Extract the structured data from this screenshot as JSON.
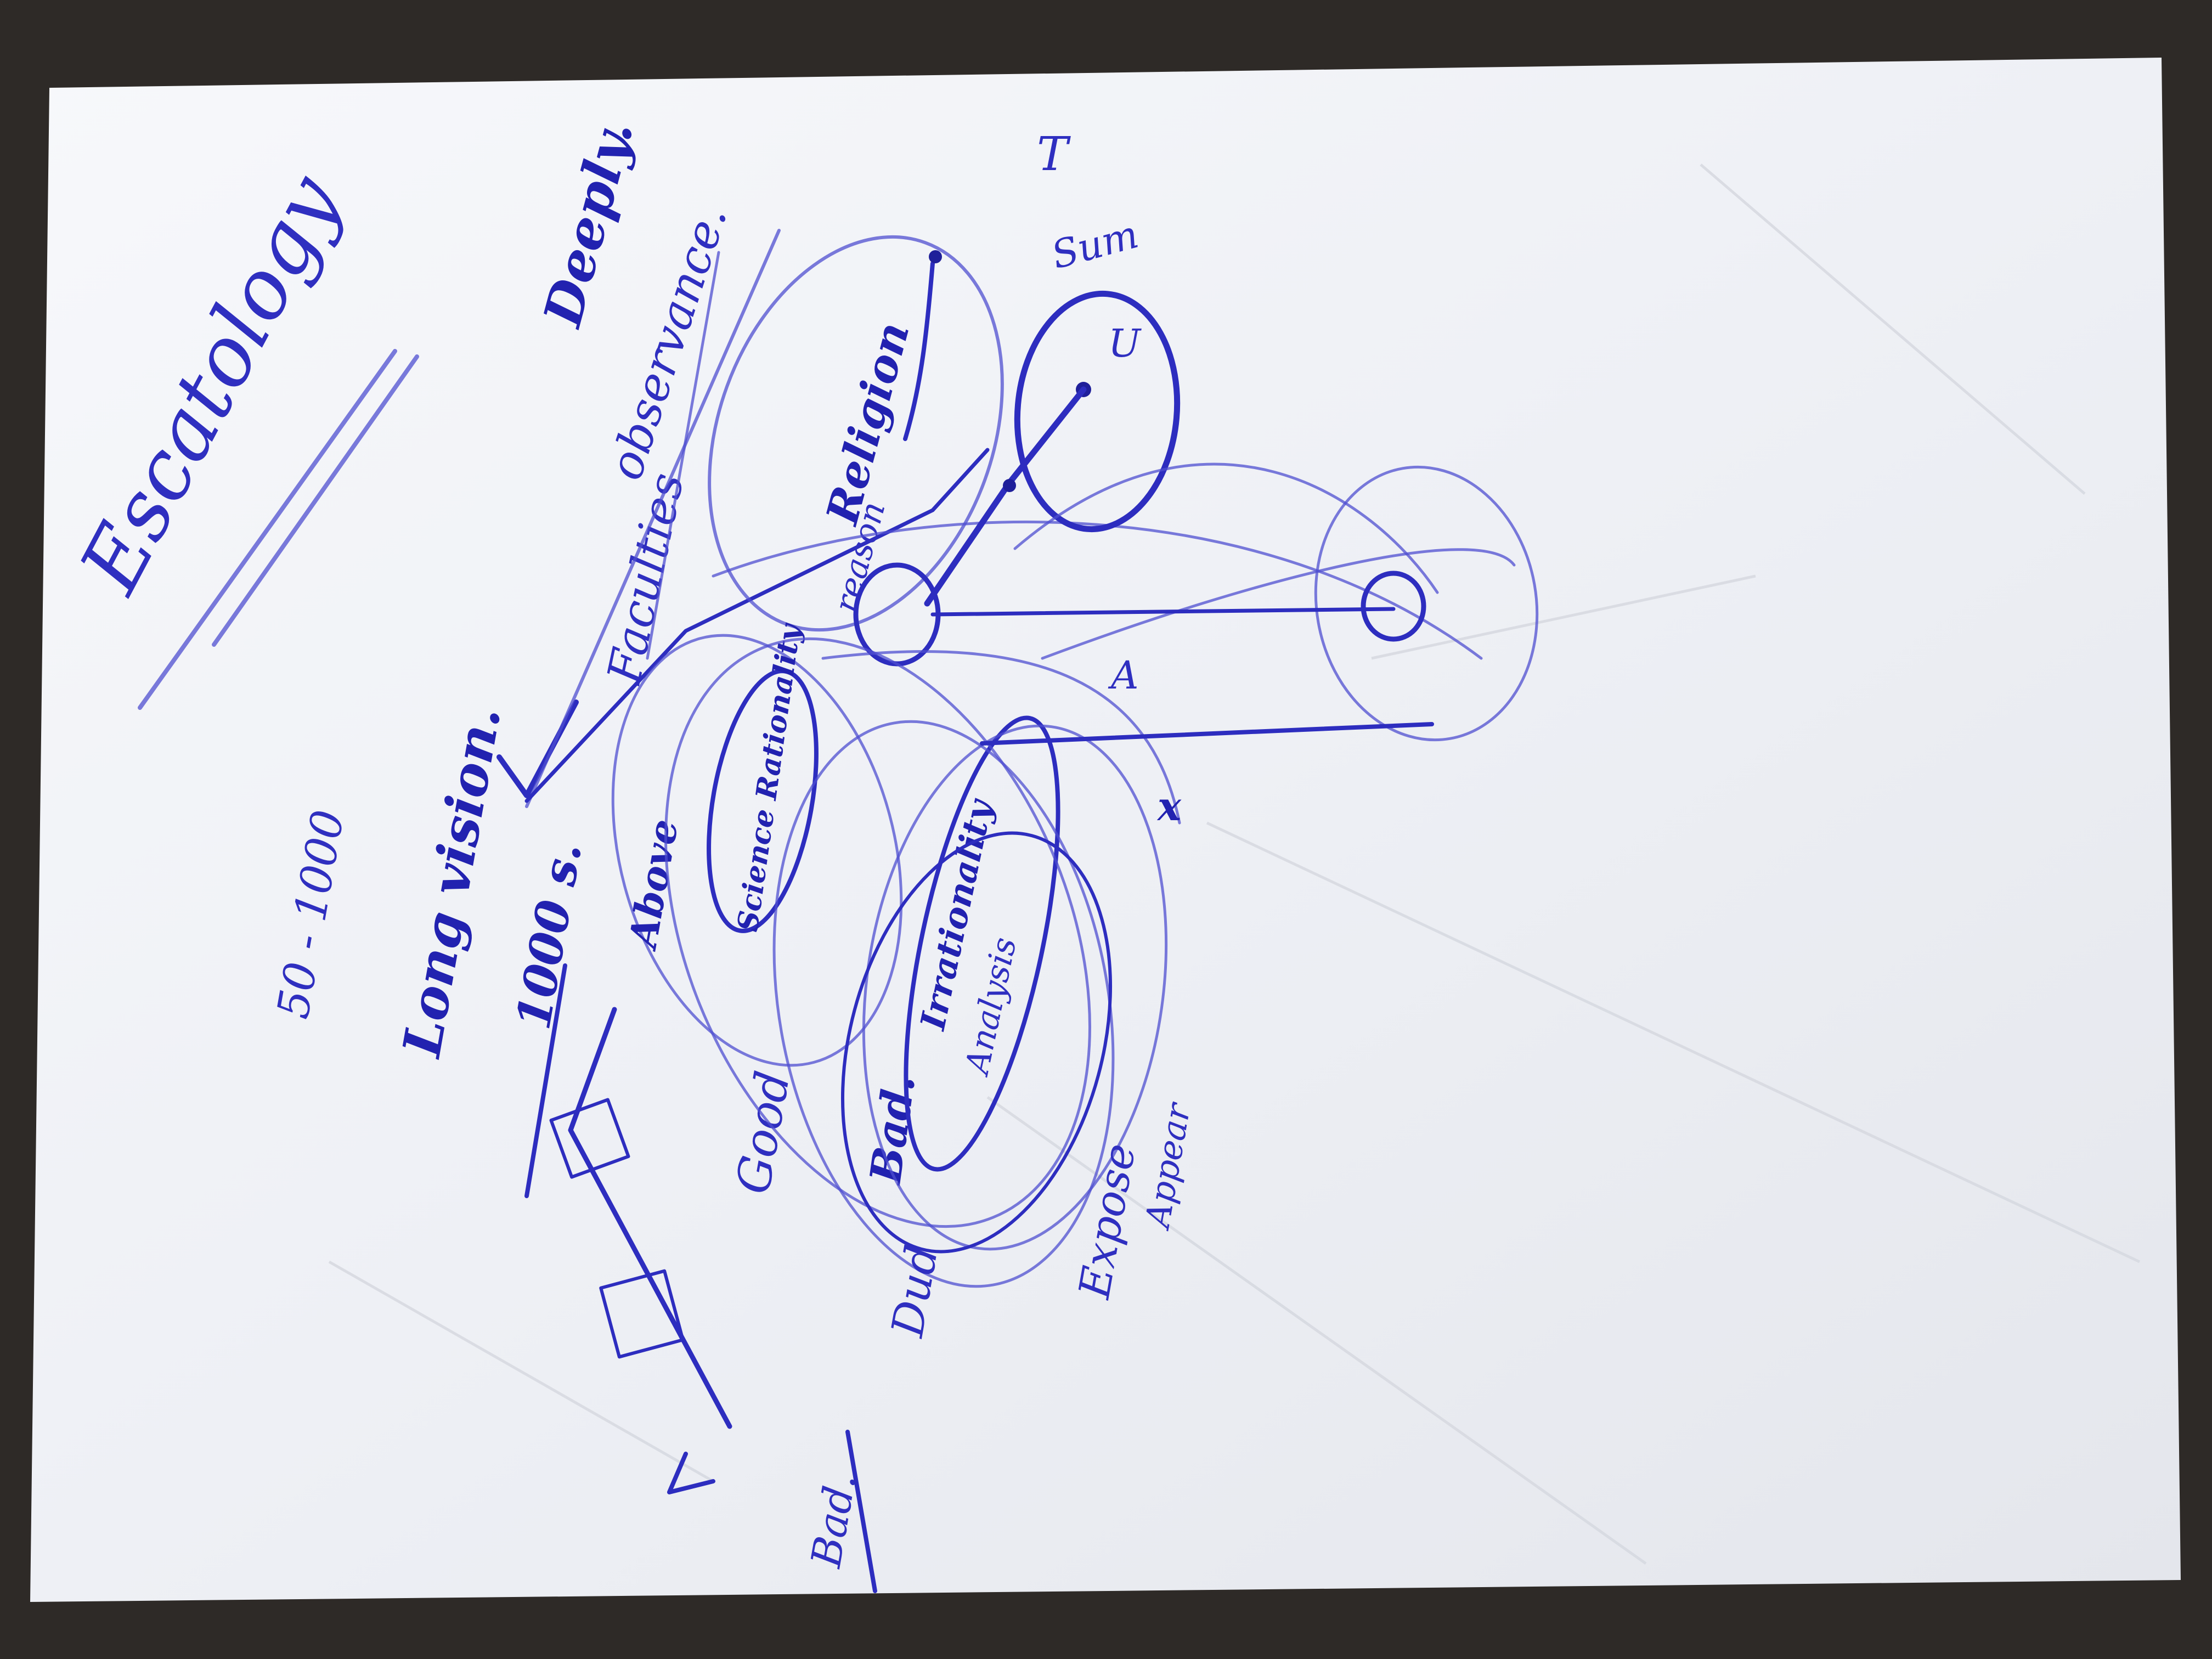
{
  "photo": {
    "subject": "handwritten-notes-on-paper",
    "colors": {
      "background": "#2e2a27",
      "paper": "#f4f5f8",
      "ink": "#2d2dbf"
    }
  },
  "notes": {
    "title": "Escatology",
    "range": "50 - 1000",
    "long_vision": "Long vision.",
    "years": "1000 s.",
    "deeply": "Deeply.",
    "observance": "observance.",
    "faculties": "Faculties",
    "religion": "Religion",
    "reason": "reason",
    "science_rationality": "Science Rationality",
    "above": "Above",
    "good": "Good",
    "bad": "Bad.",
    "irrationality": "Irrationality",
    "analysis": "Analysis",
    "bad_corner": "Bad.",
    "summit": "Sum",
    "letter_a": "A",
    "letter_x": "x",
    "letter_t": "T",
    "letter_u": "U",
    "dud": "Dud",
    "expose": "Expose",
    "appear": "Appear"
  }
}
